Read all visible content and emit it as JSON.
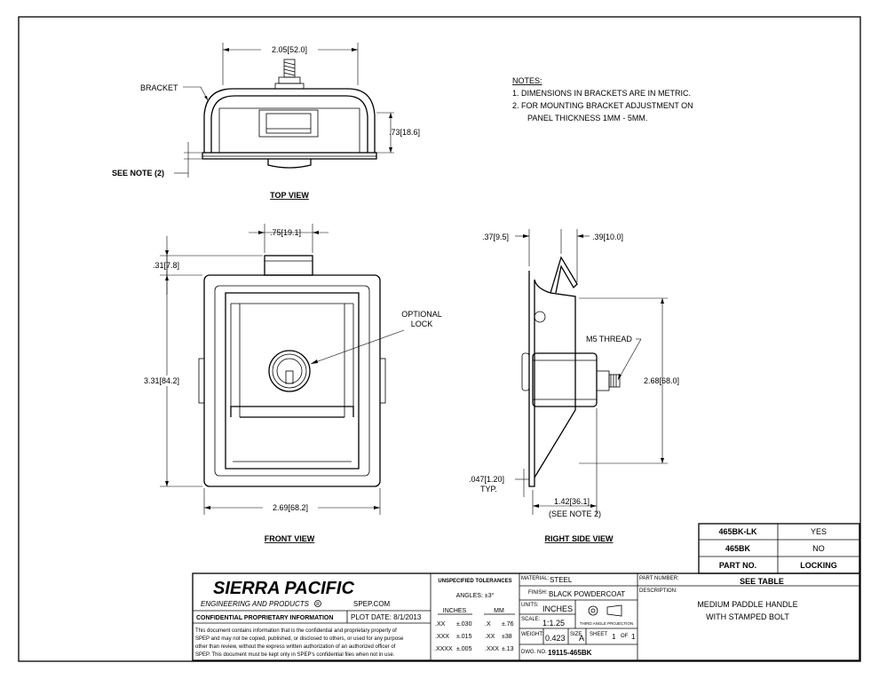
{
  "notes": {
    "header": "NOTES:",
    "items": [
      "1.  DIMENSIONS IN BRACKETS ARE IN METRIC.",
      "2.  FOR MOUNTING BRACKET ADJUSTMENT ON",
      "PANEL THICKNESS 1MM - 5MM."
    ]
  },
  "views": {
    "top": {
      "title": "TOP VIEW",
      "width_dim": "2.05[52.0]",
      "height_dim": ".73[18.6]",
      "bracket_label": "BRACKET",
      "see_note_label": "SEE NOTE (2)"
    },
    "front": {
      "title": "FRONT VIEW",
      "width_dim": "2.69[68.2]",
      "height_dim": "3.31[84.2]",
      "top_dim": ".75[19.1]",
      "offset_dim": ".31[7.8]",
      "lock_label_1": "OPTIONAL",
      "lock_label_2": "LOCK"
    },
    "side": {
      "title": "RIGHT SIDE VIEW",
      "dim_a": ".37[9.5]",
      "dim_b": ".39[10.0]",
      "thread_label": "M5 THREAD",
      "height_dim": "2.68[68.0]",
      "thickness_dim": ".047[1.20]",
      "thickness_typ": "TYP.",
      "depth_dim": "1.42[36.1]",
      "depth_note": "(SEE NOTE 2)"
    }
  },
  "part_table": {
    "rows": [
      {
        "part": "465BK-LK",
        "locking": "YES"
      },
      {
        "part": "465BK",
        "locking": "NO"
      }
    ],
    "header_part": "PART NO.",
    "header_locking": "LOCKING"
  },
  "title_block": {
    "company": "SIERRA PACIFIC",
    "company_sub": "ENGINEERING AND PRODUCTS",
    "registered": "R",
    "website": "SPEP.COM",
    "confidential_title": "CONFIDENTIAL PROPRIETARY INFORMATION",
    "plot_date": "PLOT DATE:  8/1/2013",
    "confidential_text": [
      "This document contains information that is the confidential and proprietary property of",
      "SPEP and may not be copied, published, or disclosed to others, or used for any purpose",
      "other than review, without the express written authorization of an authorized officer of",
      "SPEP. This document must be kept only in SPEP's confidential files when not in use."
    ],
    "tolerances": {
      "title": "UNSPECIFIED TOLERANCES",
      "angles": "ANGLES: ±3°",
      "inches_header": "INCHES",
      "mm_header": "MM",
      "rows": [
        {
          "in_key": ".XX",
          "in_val": "±.030",
          "mm_key": ".X",
          "mm_val": "±.76"
        },
        {
          "in_key": ".XXX",
          "in_val": "±.015",
          "mm_key": ".XX",
          "mm_val": "±38"
        },
        {
          "in_key": ".XXXX",
          "in_val": "±.005",
          "mm_key": ".XXX",
          "mm_val": "±.13"
        }
      ]
    },
    "material_label": "MATERIAL:",
    "material": "STEEL",
    "finish_label": "FINISH:",
    "finish": "BLACK POWDERCOAT",
    "units_label": "UNITS:",
    "units": "INCHES",
    "scale_label": "SCALE:",
    "scale": "1:1.25",
    "projection": "THIRD ANGLE PROJECTION",
    "weight_label": "WEIGHT:",
    "weight": "0.423",
    "size_label": "SIZE",
    "size": "A",
    "sheet_label": "SHEET",
    "sheet": "1",
    "of_label": "OF",
    "sheet_total": "1",
    "dwg_label": "DWG. NO.",
    "dwg_no": "19115-465BK",
    "part_number_label": "PART NUMBER:",
    "part_number": "SEE TABLE",
    "description_label": "DESCRIPTION:",
    "description_1": "MEDIUM PADDLE HANDLE",
    "description_2": "WITH STAMPED BOLT"
  }
}
